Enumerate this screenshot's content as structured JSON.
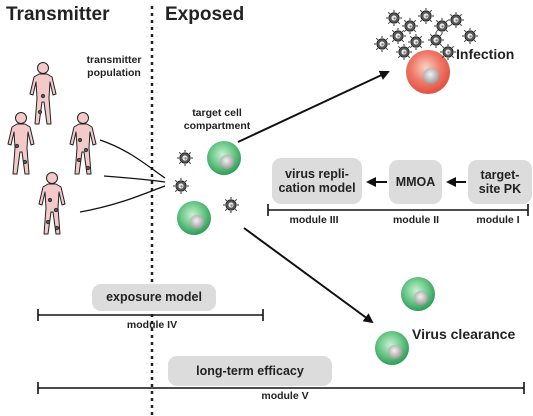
{
  "headings": {
    "transmitter": "Transmitter",
    "exposed": "Exposed"
  },
  "labels": {
    "transmitter_population": "transmitter\npopulation",
    "target_cell_compartment": "target cell\ncompartment",
    "infection": "Infection",
    "virus_clearance": "Virus clearance"
  },
  "pipeline": {
    "target_site_pk": "target-\nsite PK",
    "mmoa": "MMOA",
    "virus_replication_model": "virus repli-\ncation model"
  },
  "models": {
    "exposure_model": "exposure model",
    "long_term_efficacy": "long-term efficacy"
  },
  "modules": {
    "module_i": "module I",
    "module_ii": "module II",
    "module_iii": "module III",
    "module_iv": "module IV",
    "module_v": "module V"
  },
  "colors": {
    "human_fill": "#f4c9c9",
    "green_cell": "#6cc98a",
    "infected_cell": "#ef7a6a",
    "virus": "#333333",
    "pill_gray": "#dcdcdc"
  },
  "icons": [
    "human-figure-icon",
    "virus-icon",
    "green-cell-icon",
    "infected-cell-icon"
  ]
}
